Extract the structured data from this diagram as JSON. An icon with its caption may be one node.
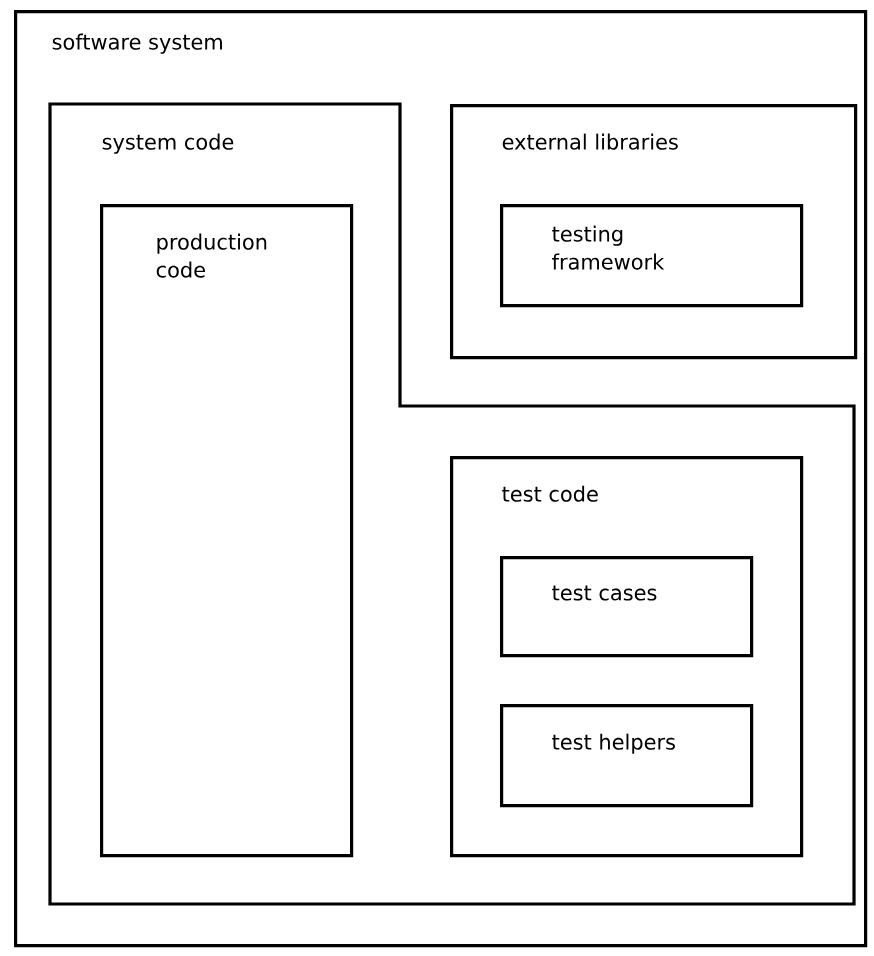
{
  "diagram": {
    "nodes": [
      {
        "text": [
          "software system"
        ]
      },
      {
        "text": [
          "system code"
        ],
        "in": 0
      },
      {
        "text": [
          "production code"
        ],
        "in": 1
      },
      {
        "text": [
          "external libraries"
        ],
        "in": 0
      },
      {
        "text": [
          "testing framework"
        ],
        "in": 3
      },
      {
        "text": [
          "test code"
        ],
        "in": 1
      },
      {
        "text": [
          "test cases"
        ],
        "in": 5
      },
      {
        "text": [
          "test helpers"
        ],
        "in": 5
      }
    ]
  }
}
